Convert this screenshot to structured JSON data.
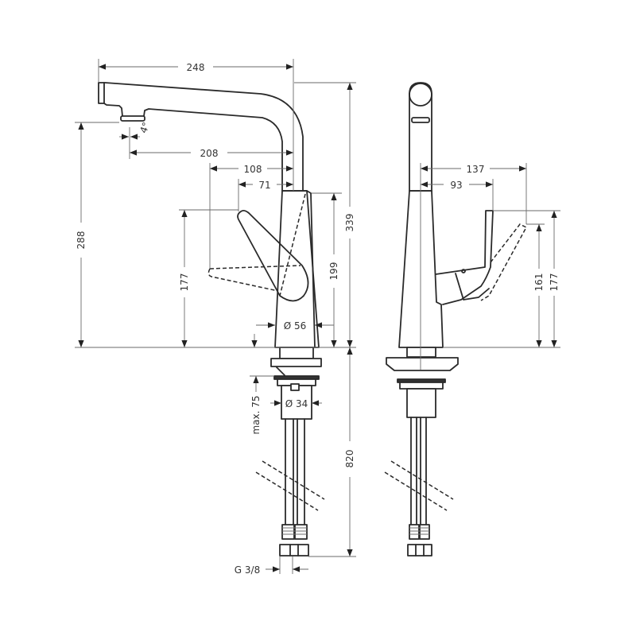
{
  "drawing": {
    "title": "Kitchen mixer tap dimension drawing",
    "views": [
      "side-view",
      "front-view"
    ],
    "units": "mm",
    "line_color": "#2a2a2a",
    "dimension_color": "#6a6a6a",
    "background": "#ffffff"
  },
  "side_view": {
    "dimensions": {
      "spout_reach": "248",
      "spout_outlet_offset": "208",
      "handle_reach_open": "108",
      "handle_reach": "71",
      "spout_angle": "4°",
      "outlet_height": "288",
      "total_height": "339",
      "handle_height_open": "199",
      "handle_height": "177",
      "body_diameter": "Ø 56",
      "shank_diameter": "Ø 34",
      "max_deck_thickness": "max. 75",
      "hose_length": "820",
      "connection_thread": "G 3/8"
    }
  },
  "front_view": {
    "dimensions": {
      "handle_reach_open": "137",
      "handle_reach": "93",
      "handle_height": "177",
      "handle_height_lowered": "161"
    }
  }
}
